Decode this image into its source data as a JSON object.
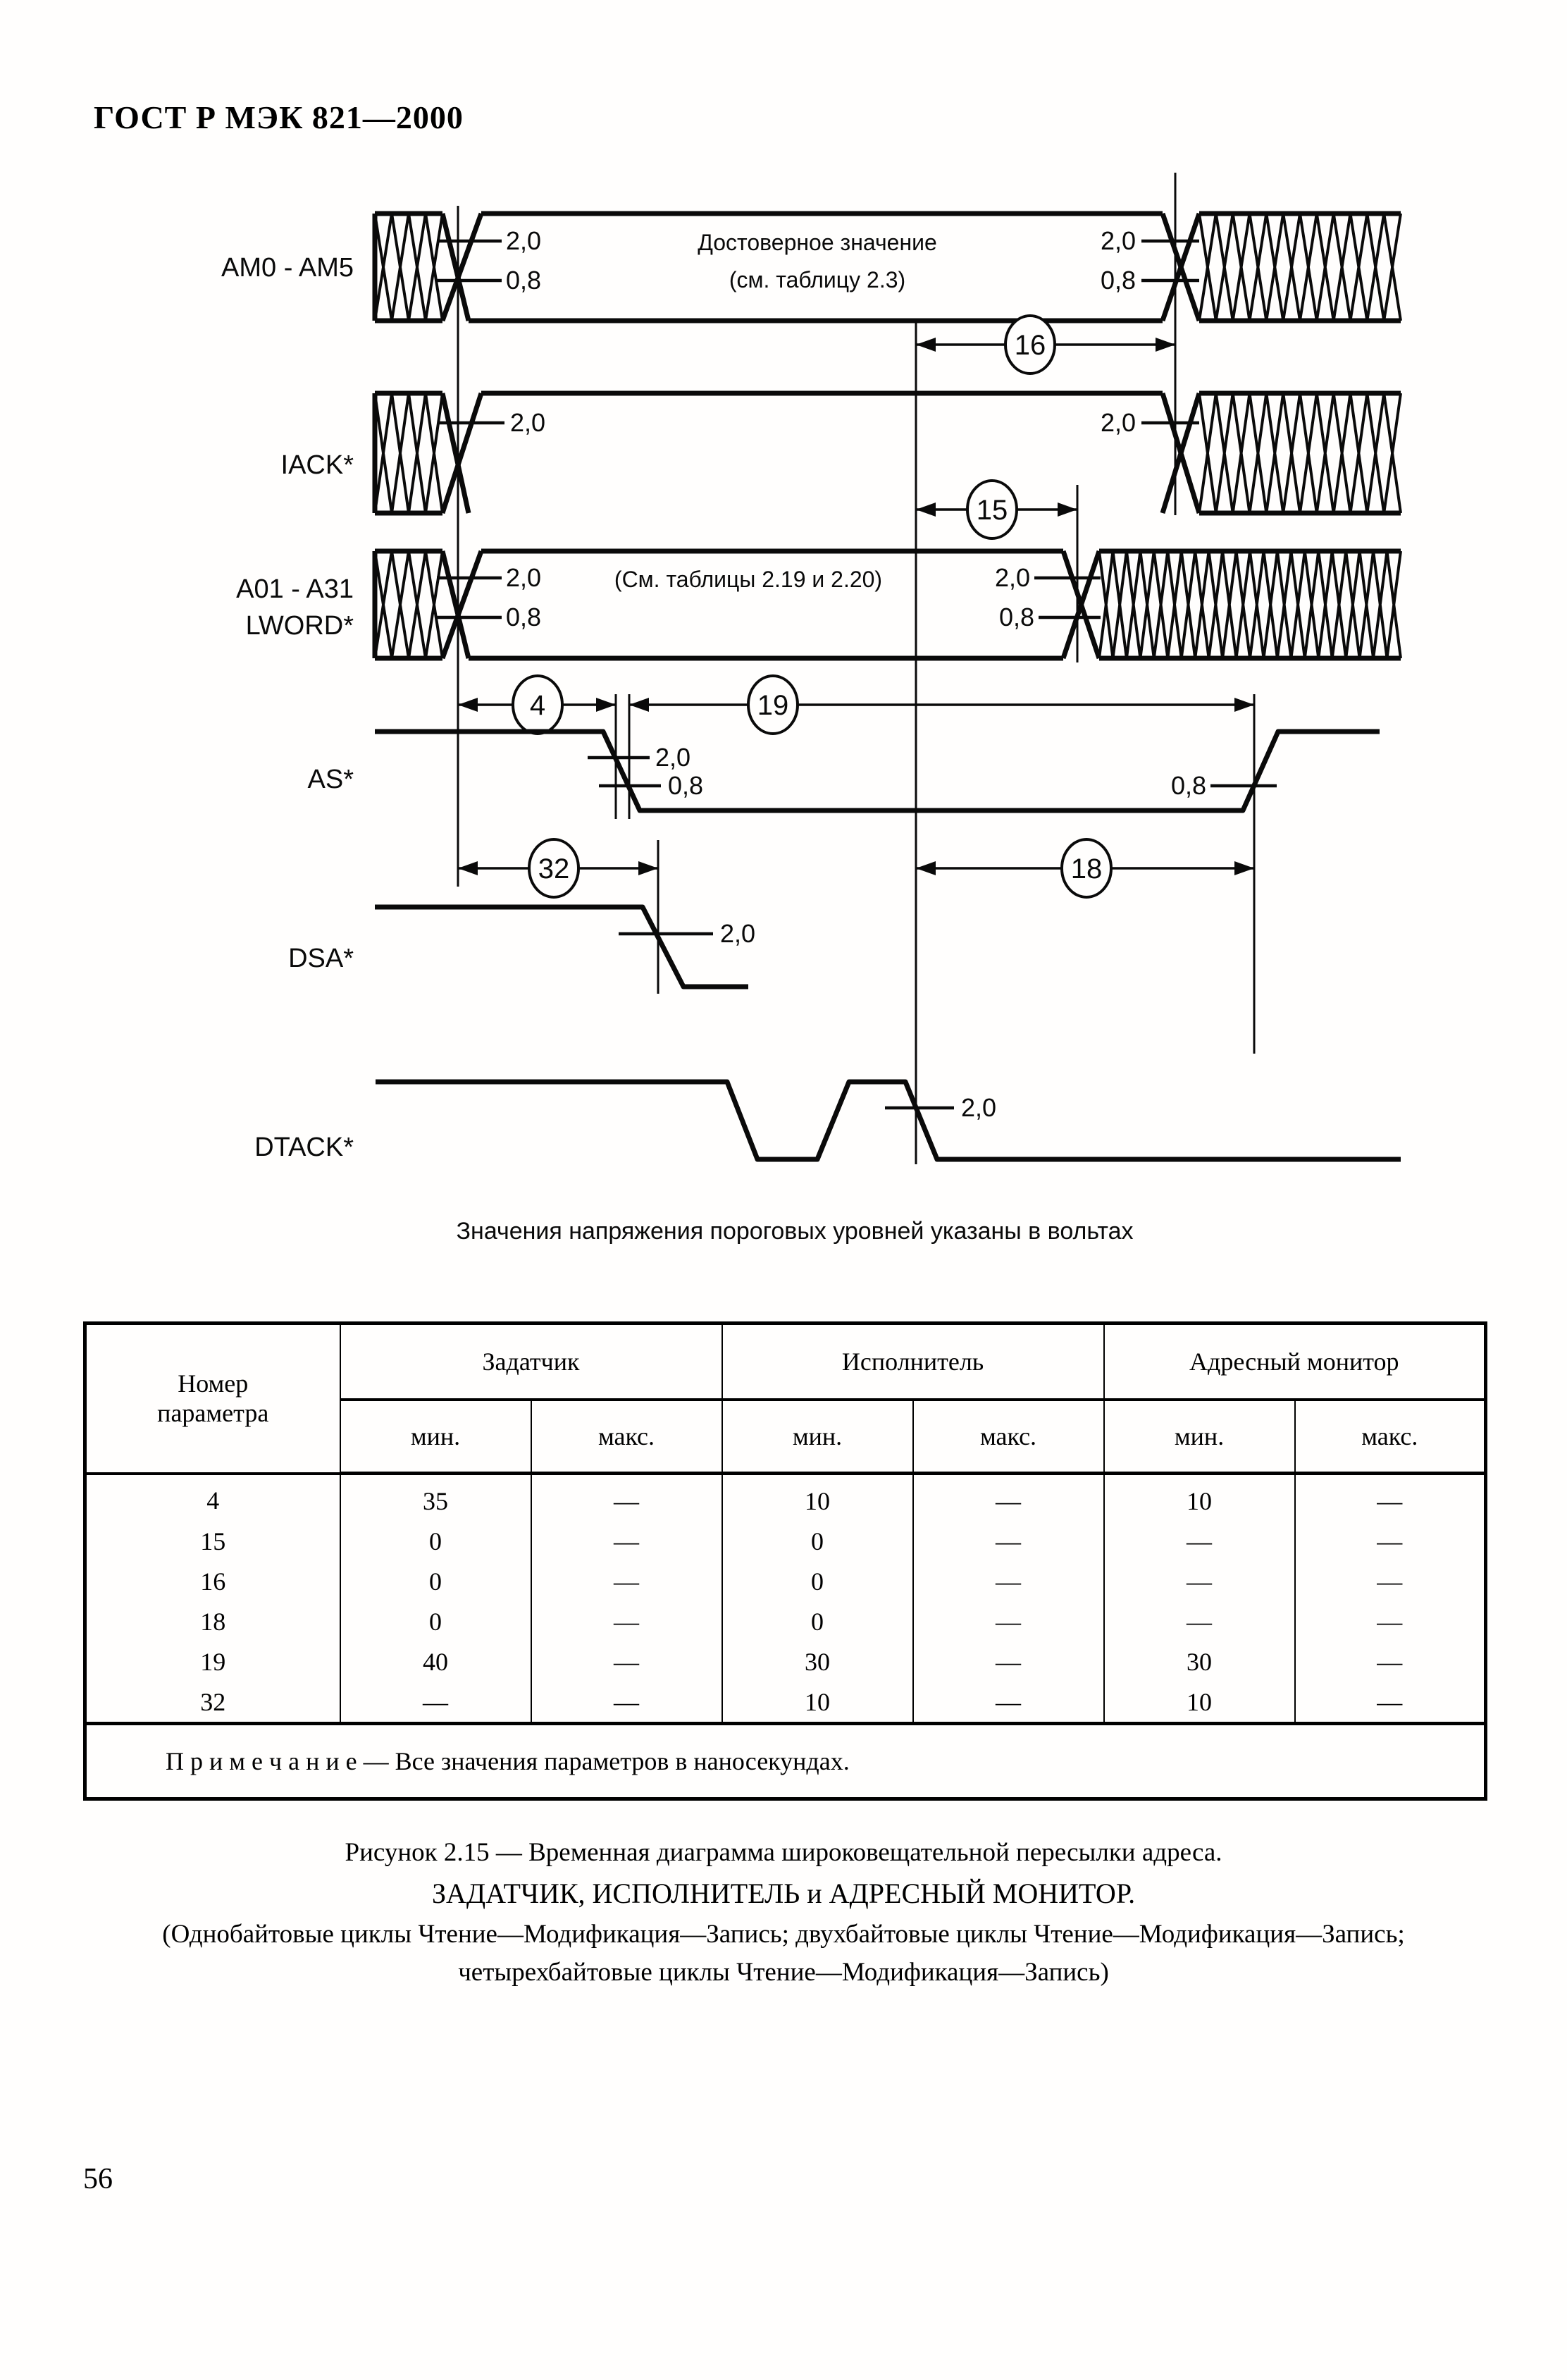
{
  "page": {
    "header": "ГОСТ Р МЭК 821—2000",
    "number": "56"
  },
  "diagram": {
    "signals": {
      "am": "AM0 - AM5",
      "iack": "IACK*",
      "a01": "A01 - A31",
      "lword": "LWORD*",
      "as": "AS*",
      "dsa": "DSA*",
      "dtack": "DTACK*"
    },
    "levels": {
      "high": "2,0",
      "low": "0,8"
    },
    "am_note_line1": "Достоверное значение",
    "am_note_line2": "(см. таблицу 2.3)",
    "a01_note": "(См. таблицы 2.19 и 2.20)",
    "dims": {
      "d4": "4",
      "d15": "15",
      "d16": "16",
      "d18": "18",
      "d19": "19",
      "d32": "32"
    },
    "caption": "Значения напряжения пороговых уровней указаны в вольтах"
  },
  "table": {
    "col1_header_line1": "Номер",
    "col1_header_line2": "параметра",
    "groups": [
      "Задатчик",
      "Исполнитель",
      "Адресный монитор"
    ],
    "sub": {
      "min": "мин.",
      "max": "макс."
    },
    "rows": [
      {
        "param": "4",
        "cells": [
          "35",
          "—",
          "10",
          "—",
          "10",
          "—"
        ]
      },
      {
        "param": "15",
        "cells": [
          "0",
          "—",
          "0",
          "—",
          "—",
          "—"
        ]
      },
      {
        "param": "16",
        "cells": [
          "0",
          "—",
          "0",
          "—",
          "—",
          "—"
        ]
      },
      {
        "param": "18",
        "cells": [
          "0",
          "—",
          "0",
          "—",
          "—",
          "—"
        ]
      },
      {
        "param": "19",
        "cells": [
          "40",
          "—",
          "30",
          "—",
          "30",
          "—"
        ]
      },
      {
        "param": "32",
        "cells": [
          "—",
          "—",
          "10",
          "—",
          "10",
          "—"
        ]
      }
    ],
    "note": "П р и м е ч а н и е  —  Все значения параметров в наносекундах."
  },
  "figure_caption": {
    "line1": "Рисунок 2.15 — Временная диаграмма широковещательной пересылки адреса.",
    "line2": "ЗАДАТЧИК, ИСПОЛНИТЕЛЬ и АДРЕСНЫЙ МОНИТОР.",
    "line3": "(Однобайтовые циклы Чтение—Модификация—Запись; двухбайтовые циклы Чтение—Модификация—Запись;",
    "line4": "четырехбайтовые циклы Чтение—Модификация—Запись)"
  }
}
